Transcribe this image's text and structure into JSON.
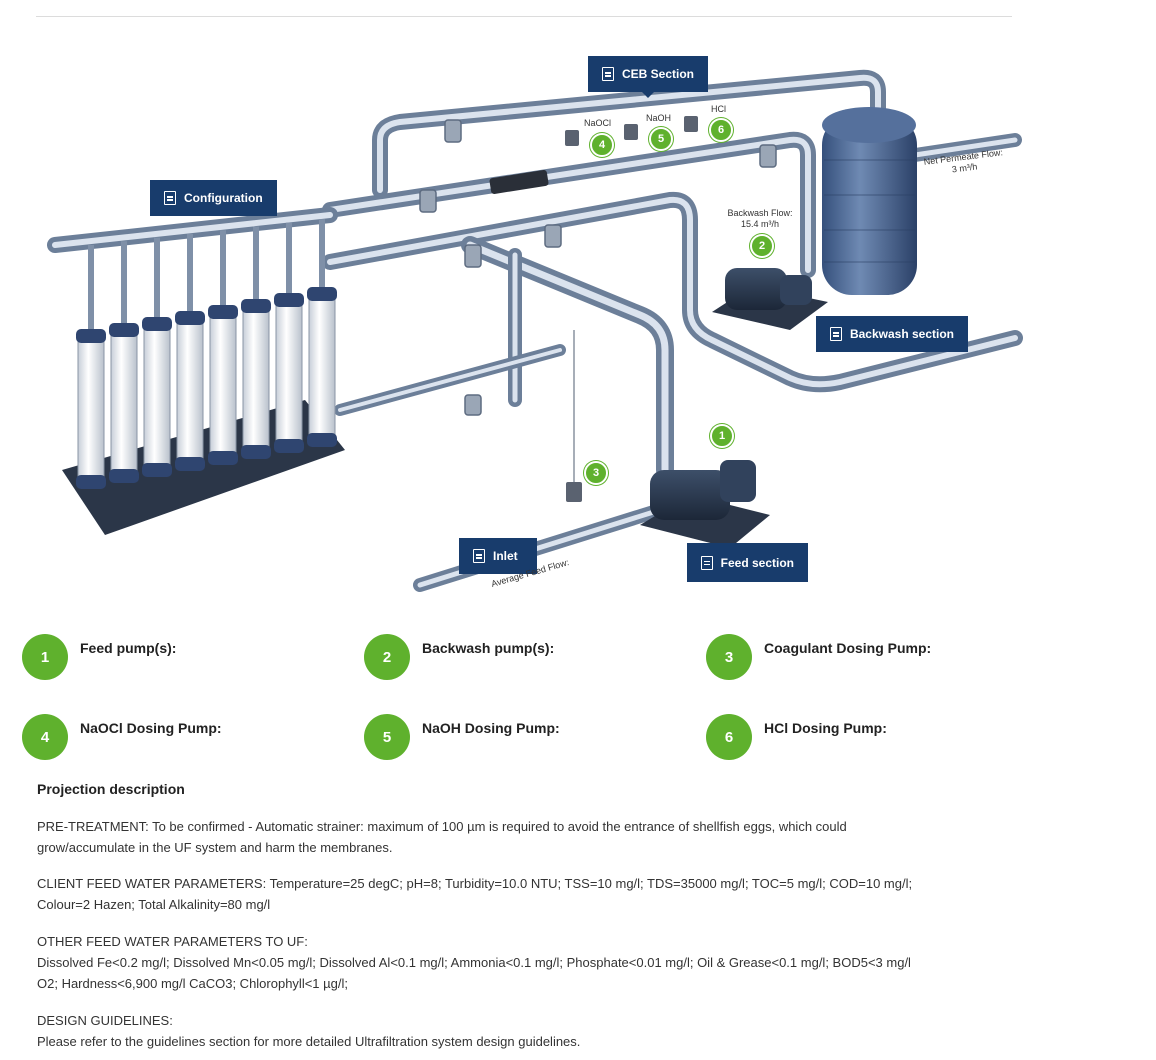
{
  "tags": {
    "ceb": "CEB Section",
    "configuration": "Configuration",
    "backwash": "Backwash section",
    "inlet": "Inlet",
    "feed": "Feed section"
  },
  "chem_labels": {
    "naocl": "NaOCl",
    "naoh": "NaOH",
    "hcl": "HCl"
  },
  "flow_labels": {
    "net_permeate_1": "Net Permeate Flow:",
    "net_permeate_2": "3 m³/h",
    "backwash_1": "Backwash Flow:",
    "backwash_2": "15.4 m³/h",
    "average_feed": "Average Feed Flow:"
  },
  "badges": [
    "1",
    "2",
    "3",
    "4",
    "5",
    "6"
  ],
  "legend": [
    {
      "num": "1",
      "title": "Feed pump(s):"
    },
    {
      "num": "2",
      "title": "Backwash pump(s):"
    },
    {
      "num": "3",
      "title": "Coagulant Dosing Pump:"
    },
    {
      "num": "4",
      "title": "NaOCl Dosing Pump:"
    },
    {
      "num": "5",
      "title": "NaOH Dosing Pump:"
    },
    {
      "num": "6",
      "title": "HCl Dosing Pump:"
    }
  ],
  "description": {
    "heading": "Projection description",
    "pretreatment_1": "PRE-TREATMENT: To be confirmed - Automatic strainer:  maximum of 100 µm is required to avoid the entrance of shellfish eggs, which could",
    "pretreatment_2": "grow/accumulate in the UF system and harm the membranes.",
    "client_1": "CLIENT FEED WATER PARAMETERS: Temperature=25 degC; pH=8; Turbidity=10.0 NTU; TSS=10 mg/l; TDS=35000 mg/l; TOC=5 mg/l; COD=10 mg/l;",
    "client_2": "Colour=2 Hazen; Total Alkalinity=80 mg/l",
    "other_h": "OTHER FEED WATER PARAMETERS TO UF:",
    "other_1": "Dissolved Fe<0.2 mg/l; Dissolved Mn<0.05 mg/l; Dissolved Al<0.1 mg/l; Ammonia<0.1 mg/l; Phosphate<0.01 mg/l; Oil & Grease<0.1 mg/l; BOD5<3 mg/l",
    "other_2": "O2; Hardness<6,900 mg/l CaCO3; Chlorophyll<1 µg/l;",
    "design_h": "DESIGN GUIDELINES:",
    "design_1": "Please refer to the guidelines section for more detailed Ultrafiltration system design guidelines."
  }
}
